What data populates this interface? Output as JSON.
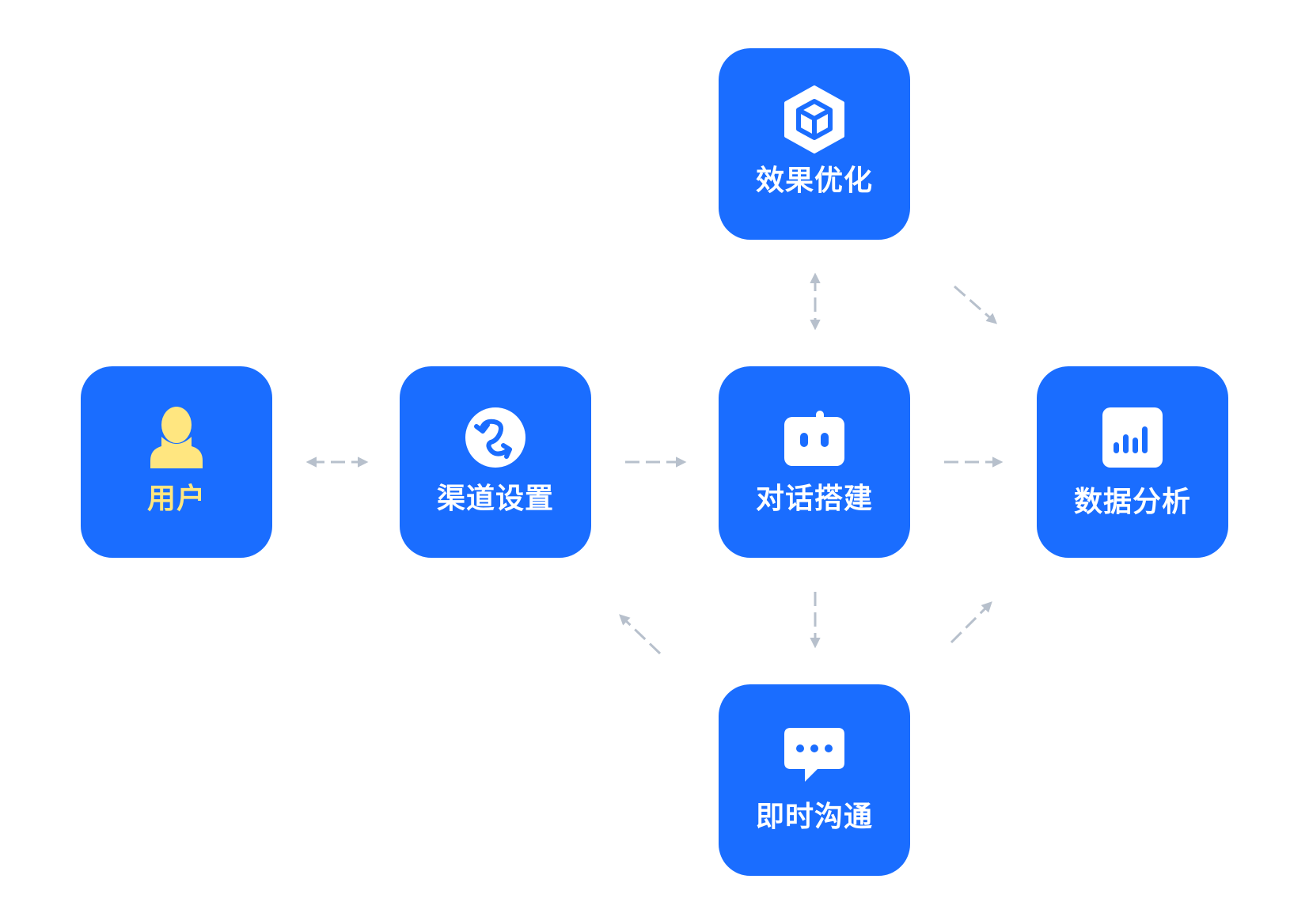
{
  "colors": {
    "node_fill": "#1A6DFF",
    "label": "#FFFFFF",
    "user_accent": "#FFE680",
    "connector": "#B7C0CC"
  },
  "nodes": {
    "user": {
      "label": "用户",
      "icon": "user-icon"
    },
    "channel": {
      "label": "渠道设置",
      "icon": "channel-link-icon"
    },
    "dialog": {
      "label": "对话搭建",
      "icon": "robot-icon"
    },
    "analysis": {
      "label": "数据分析",
      "icon": "bar-chart-icon"
    },
    "optimize": {
      "label": "效果优化",
      "icon": "cube-icon"
    },
    "im": {
      "label": "即时沟通",
      "icon": "chat-bubble-icon"
    }
  }
}
